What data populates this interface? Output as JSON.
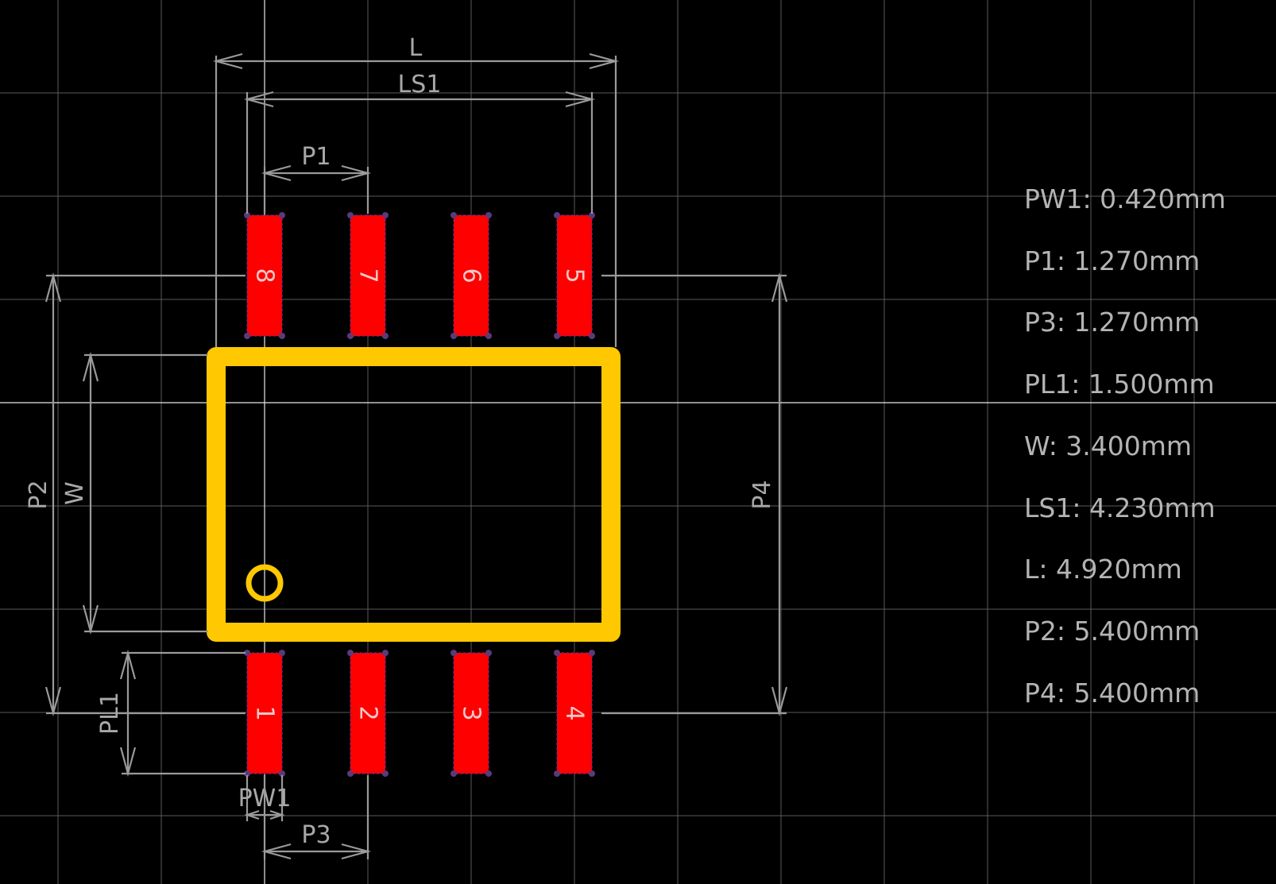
{
  "dimensions": {
    "L": "L",
    "LS1": "LS1",
    "P1": "P1",
    "P2": "P2",
    "P3": "P3",
    "P4": "P4",
    "W": "W",
    "PL1": "PL1",
    "PW1": "PW1"
  },
  "pads": {
    "top": [
      "8",
      "7",
      "6",
      "5"
    ],
    "bottom": [
      "1",
      "2",
      "3",
      "4"
    ]
  },
  "parameters": [
    {
      "name": "PW1",
      "value": "PW1:  0.420mm"
    },
    {
      "name": "P1",
      "value": "P1:  1.270mm"
    },
    {
      "name": "P3",
      "value": "P3:  1.270mm"
    },
    {
      "name": "PL1",
      "value": "PL1:  1.500mm"
    },
    {
      "name": "W",
      "value": "W:  3.400mm"
    },
    {
      "name": "LS1",
      "value": "LS1:  4.230mm"
    },
    {
      "name": "L",
      "value": "L:  4.920mm"
    },
    {
      "name": "P2",
      "value": "P2:  5.400mm"
    },
    {
      "name": "P4",
      "value": "P4:  5.400mm"
    }
  ],
  "colors": {
    "background": "#000000",
    "grid": "#5a5a5a",
    "pad": "#ff0000",
    "silkscreen": "#ffc800",
    "dimension": "#9a9a9a"
  }
}
